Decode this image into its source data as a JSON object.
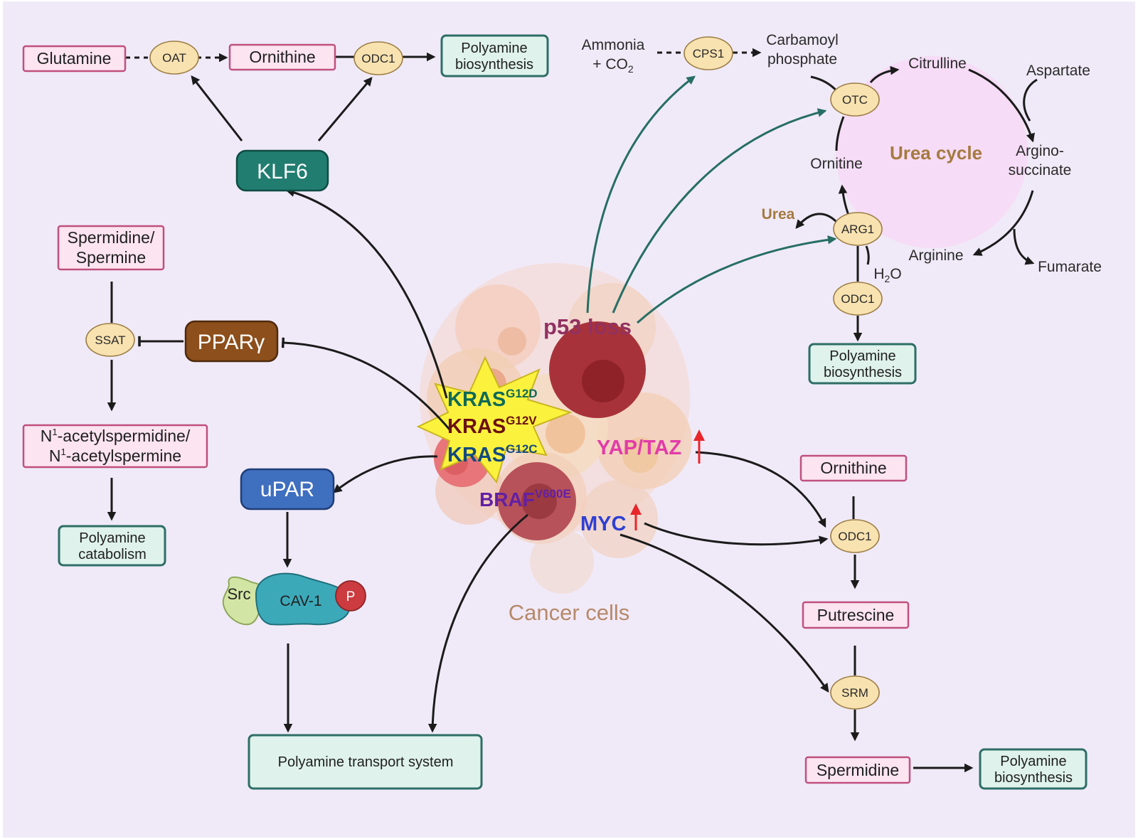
{
  "colors": {
    "background": "#f0eaf8",
    "metabolite_fill": "#fce4f1",
    "metabolite_border": "#c0507e",
    "outcome_fill": "#dff2ec",
    "outcome_border": "#2e6e66",
    "enzyme_fill": "#f8e2b0",
    "arrow": "#1b1b1b",
    "teal_arrow": "#276e65",
    "klf6": "#217d70",
    "ppar": "#8d4f1b",
    "upar": "#3f6fbf",
    "kras_g12d": "#0f6a55",
    "kras_g12v": "#6b1010",
    "kras_g12c": "#124a7e",
    "p53": "#913160",
    "yap_taz": "#e23ba8",
    "braf": "#6320a3",
    "myc": "#2e3fd2",
    "urea_text": "#a57a40",
    "cancer_text": "#b7896a",
    "up_arrow": "#e8262a"
  },
  "top_left": {
    "glutamine": "Glutamine",
    "oat": "OAT",
    "ornithine": "Ornithine",
    "odc1": "ODC1",
    "polyamine_line1": "Polyamine",
    "polyamine_line2": "biosynthesis",
    "klf6": "KLF6"
  },
  "left": {
    "spermidine_line1": "Spermidine/",
    "spermidine_line2": "Spermine",
    "ssat": "SSAT",
    "ppar": "PPARγ",
    "acetyl_line1_base": "N",
    "acetyl_line1_sup": "1",
    "acetyl_line1_rest": "-acetylspermidine/",
    "acetyl_line2_base": "N",
    "acetyl_line2_sup": "1",
    "acetyl_line2_rest": "-acetylspermine",
    "catab_line1": "Polyamine",
    "catab_line2": "catabolism"
  },
  "middle_left": {
    "upar": "uPAR",
    "src": "Src",
    "cav1": "CAV-1",
    "p": "P",
    "transport": "Polyamine transport system"
  },
  "center": {
    "kras_base": "KRAS",
    "g12d": "G12D",
    "g12v": "G12V",
    "g12c": "G12C",
    "p53": "p53 loss",
    "yap_taz": "YAP/TAZ",
    "braf_base": "BRAF",
    "braf_sup": "V600E",
    "myc": "MYC",
    "cancer_cells": "Cancer cells"
  },
  "urea_cycle": {
    "ammonia_line1": "Ammonia",
    "ammonia_line2_base": "+ CO",
    "ammonia_line2_sub": "2",
    "cps1": "CPS1",
    "carb_line1": "Carbamoyl",
    "carb_line2": "phosphate",
    "citrulline": "Citrulline",
    "aspartate": "Aspartate",
    "otc": "OTC",
    "title": "Urea cycle",
    "ornitine": "Ornitine",
    "argino_line1": "Argino-",
    "argino_line2": "succinate",
    "urea": "Urea",
    "arg1": "ARG1",
    "arginine": "Arginine",
    "fumarate": "Fumarate",
    "h2o_base": "H",
    "h2o_sub": "2",
    "h2o_rest": "O",
    "odc1": "ODC1",
    "poly_line1": "Polyamine",
    "poly_line2": "biosynthesis"
  },
  "right_pathway": {
    "ornithine": "Ornithine",
    "odc1": "ODC1",
    "putrescine": "Putrescine",
    "srm": "SRM",
    "spermidine": "Spermidine",
    "poly_line1": "Polyamine",
    "poly_line2": "biosynthesis"
  }
}
